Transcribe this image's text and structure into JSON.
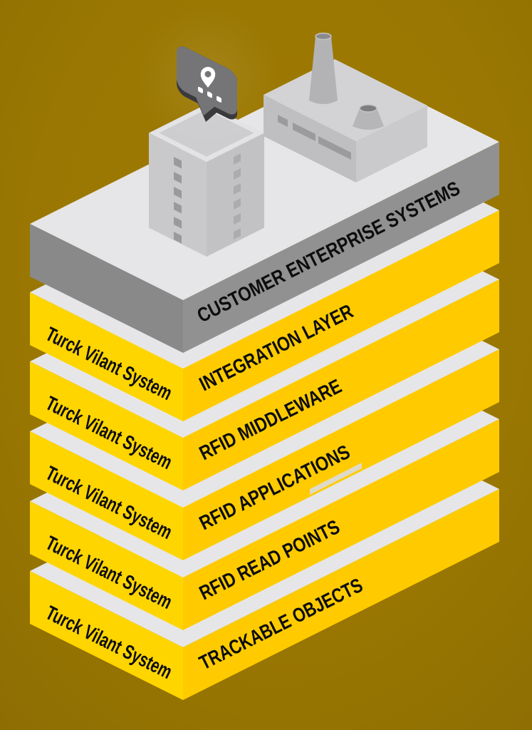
{
  "diagram": {
    "title": "Turck Vilant System isometric layer stack",
    "background_color": "#9A7702",
    "brand_yellow_left": "#FFD500",
    "brand_yellow_right": "#FFCB00",
    "slab_top_color": "#E6E6E8",
    "top_layer": {
      "label": "CUSTOMER ENTERPRISE SYSTEMS",
      "face_color_left": "#898989",
      "face_color_right": "#919191"
    },
    "layers": [
      {
        "label": "INTEGRATION LAYER",
        "side_label": "Turck Vilant System"
      },
      {
        "label": "RFID MIDDLEWARE",
        "side_label": "Turck Vilant System"
      },
      {
        "label": "RFID APPLICATIONS",
        "side_label": "Turck Vilant System"
      },
      {
        "label": "RFID READ POINTS",
        "side_label": "Turck Vilant System"
      },
      {
        "label": "TRACKABLE OBJECTS",
        "side_label": "Turck Vilant System"
      }
    ],
    "scene": {
      "objects": [
        "office-tower",
        "factory-with-chimneys",
        "speech-bubble"
      ],
      "icons": [
        "location-pin-icon",
        "ellipsis-dots-icon"
      ],
      "bubble_color": "#757577"
    }
  }
}
